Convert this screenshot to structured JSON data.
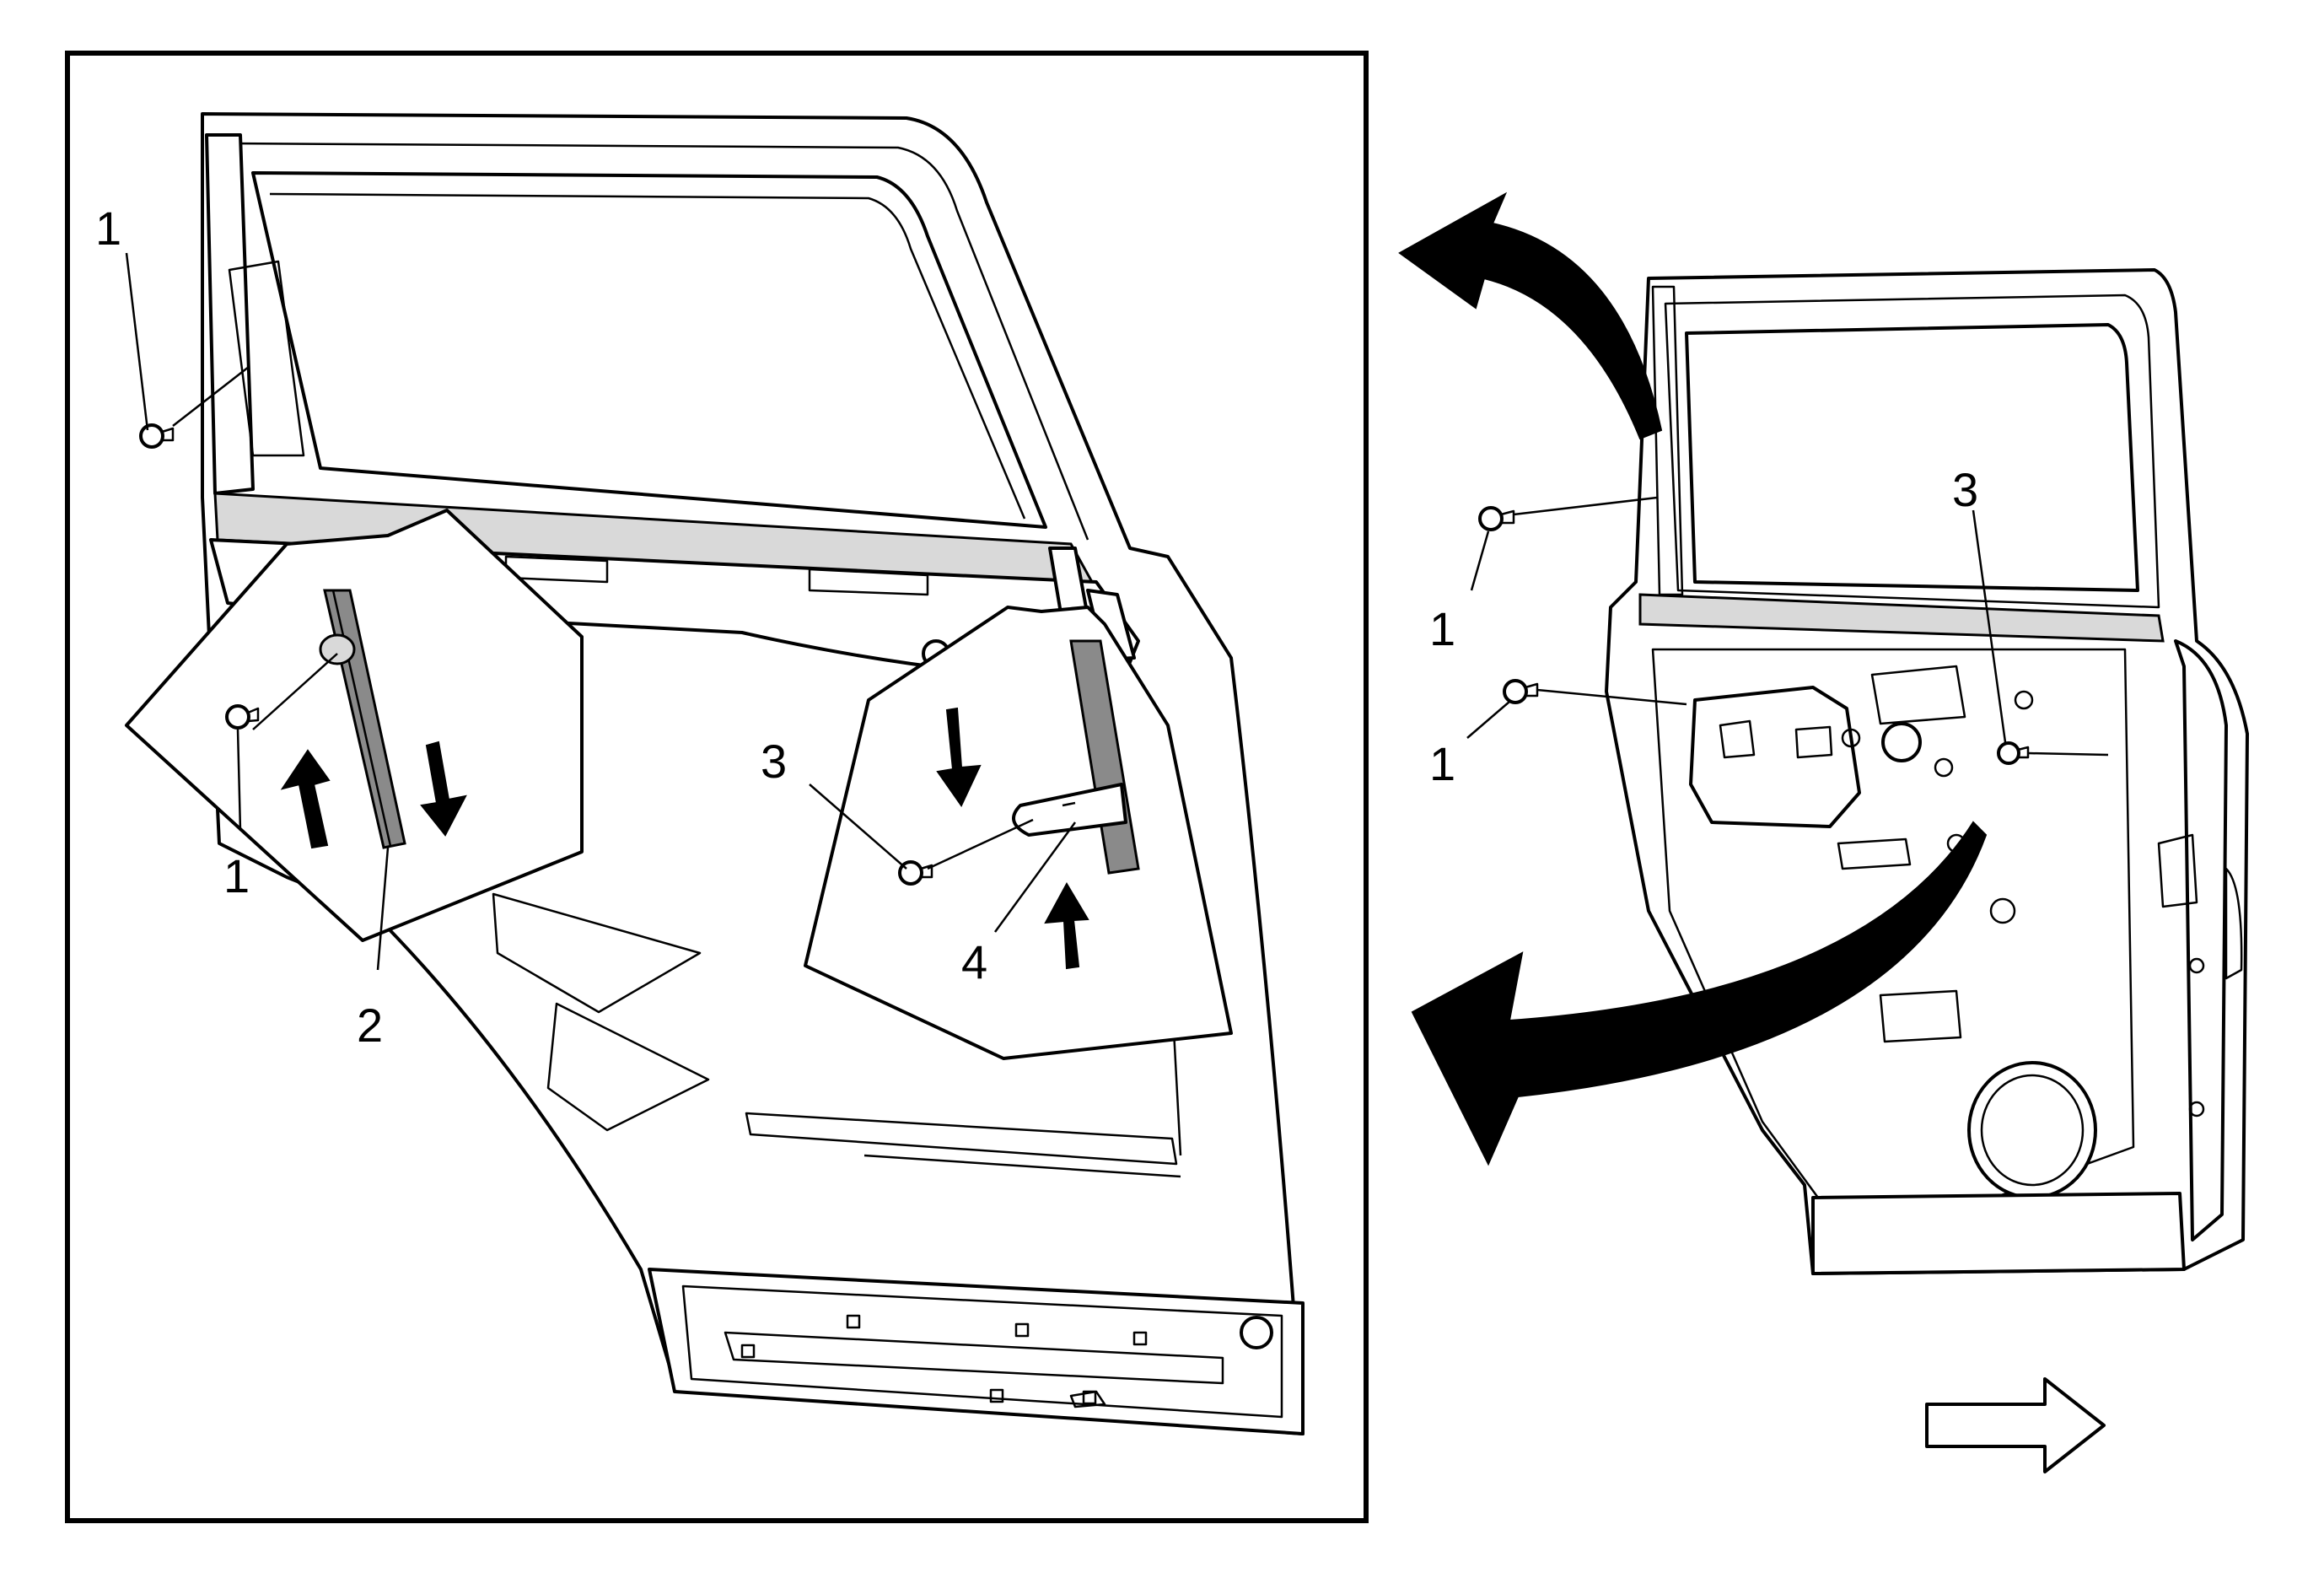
{
  "labels": {
    "left": {
      "bolt_upper": "1",
      "bolt_lower": "1",
      "channel": "2",
      "bolt_rear": "3",
      "bracket": "4"
    },
    "right": {
      "bolt_upper": "1",
      "bolt_lower": "1",
      "bolt_rear": "3"
    }
  },
  "icons": {
    "motion_up": "arrow-up-icon",
    "motion_down": "arrow-down-icon",
    "rotate_outward": "curved-arrow-icon",
    "view_direction": "outline-right-arrow-icon"
  },
  "colors": {
    "line": "#000000",
    "background": "#ffffff",
    "shade": "#d9d9d9"
  }
}
